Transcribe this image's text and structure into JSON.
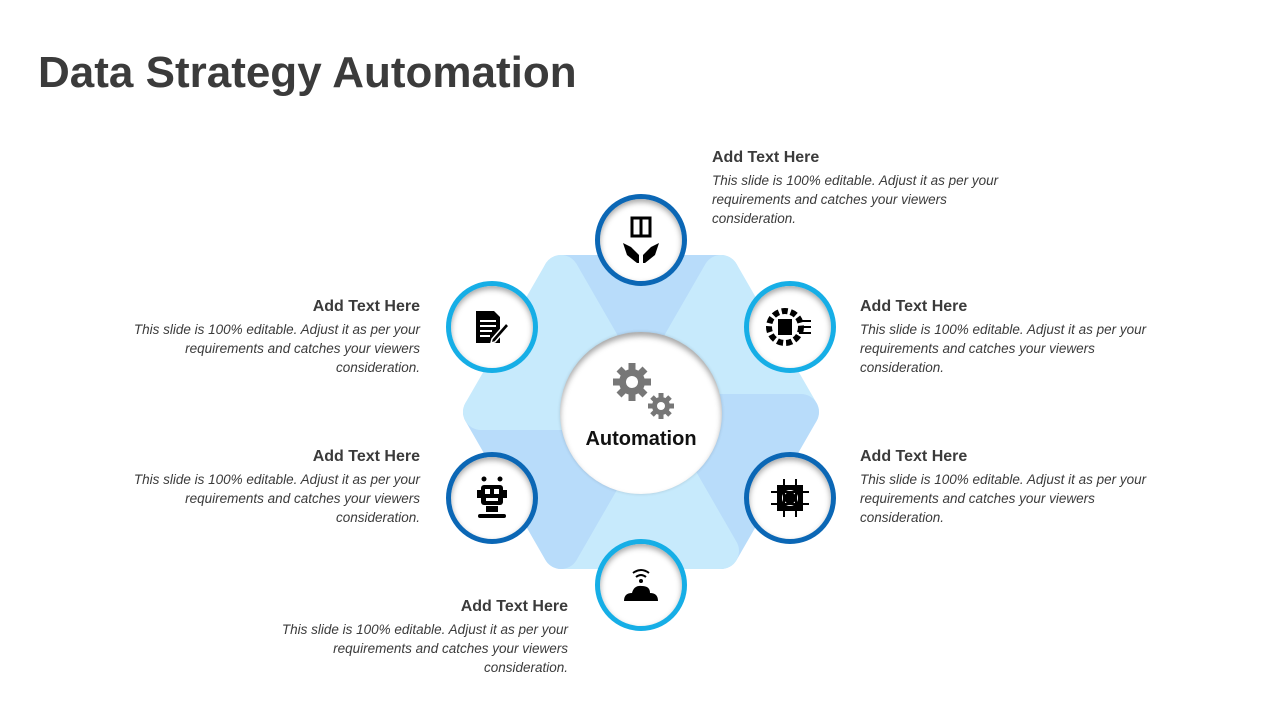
{
  "title": "Data Strategy Automation",
  "center_label": "Automation",
  "colors": {
    "dark_ring": "#0b67b5",
    "light_ring": "#16aee6",
    "wedge_a": "#c7eafc",
    "wedge_b": "#b8dcfa"
  },
  "items": [
    {
      "icon": "hands-box-icon",
      "heading": "Add Text Here",
      "body": "This slide is 100% editable. Adjust it as per your requirements and catches your viewers consideration."
    },
    {
      "icon": "gear-server-icon",
      "heading": "Add Text Here",
      "body": "This slide is 100% editable. Adjust it as per your requirements and catches your viewers consideration."
    },
    {
      "icon": "chip-gear-icon",
      "heading": "Add Text Here",
      "body": "This slide is 100% editable. Adjust it as per your requirements and catches your viewers consideration."
    },
    {
      "icon": "cloud-wifi-icon",
      "heading": "Add Text Here",
      "body": "This slide is 100% editable. Adjust it as per your requirements and catches your viewers consideration."
    },
    {
      "icon": "robot-icon",
      "heading": "Add Text Here",
      "body": "This slide is 100% editable. Adjust it as per your requirements and catches your viewers consideration."
    },
    {
      "icon": "document-edit-icon",
      "heading": "Add Text Here",
      "body": "This slide is 100% editable. Adjust it as per your requirements and catches your viewers consideration."
    }
  ]
}
